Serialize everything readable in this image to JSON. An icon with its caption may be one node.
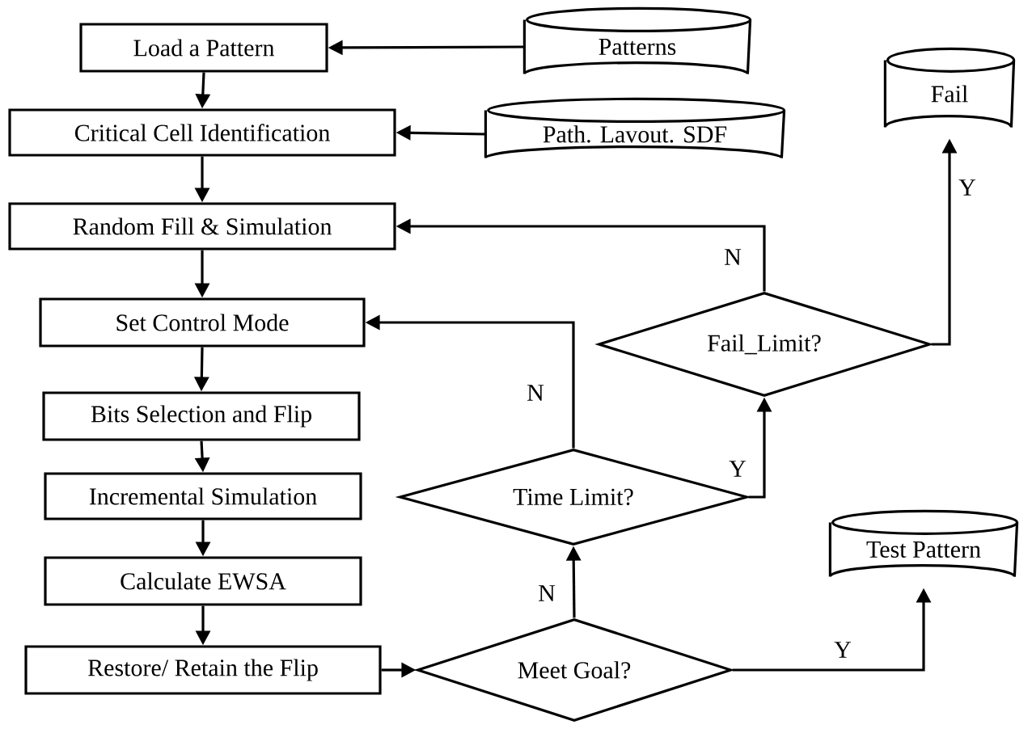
{
  "diagram": {
    "nodes": [
      {
        "text": [
          "Load a Pattern"
        ]
      },
      {
        "text": [
          "Patterns"
        ]
      },
      {
        "text": [
          "Critical Cell Identification"
        ]
      },
      {
        "text": [
          "Path. Lavout. SDF"
        ]
      },
      {
        "text": [
          "Fail"
        ]
      },
      {
        "text": [
          "Random Fill & Simulation"
        ]
      },
      {
        "text": [
          "Set Control Mode"
        ]
      },
      {
        "text": [
          "Fail_Limit?"
        ]
      },
      {
        "text": [
          "Bits Selection and Flip"
        ]
      },
      {
        "text": [
          "Time Limit?"
        ]
      },
      {
        "text": [
          "Incremental Simulation"
        ]
      },
      {
        "text": [
          "Test Pattern"
        ]
      },
      {
        "text": [
          "Calculate EWSA"
        ]
      },
      {
        "text": [
          "Restore/ Retain the Flip"
        ]
      },
      {
        "text": [
          "Meet Goal?"
        ]
      }
    ],
    "edges": [
      {
        "from": 1,
        "to": 0,
        "arrow": "to"
      },
      {
        "from": 0,
        "to": 2,
        "arrow": "to"
      },
      {
        "from": 3,
        "to": 2,
        "arrow": "to"
      },
      {
        "from": 2,
        "to": 5,
        "arrow": "to"
      },
      {
        "from": 5,
        "to": 6,
        "arrow": "to"
      },
      {
        "from": 6,
        "to": 8,
        "arrow": "to"
      },
      {
        "from": 8,
        "to": 10,
        "arrow": "to"
      },
      {
        "from": 10,
        "to": 12,
        "arrow": "to"
      },
      {
        "from": 12,
        "to": 13,
        "arrow": "to"
      },
      {
        "from": 13,
        "to": 14,
        "arrow": "to"
      },
      {
        "from": 14,
        "to": 9,
        "arrow": "to",
        "label": "N"
      },
      {
        "from": 14,
        "to": 11,
        "arrow": "to",
        "label": "Y"
      },
      {
        "from": 9,
        "to": 7,
        "arrow": "to",
        "label": "Y"
      },
      {
        "from": 9,
        "to": 6,
        "arrow": "to",
        "label": "N"
      },
      {
        "from": 7,
        "to": 5,
        "arrow": "to",
        "label": "N"
      },
      {
        "from": 7,
        "to": 4,
        "arrow": "to",
        "label": "Y"
      }
    ]
  }
}
